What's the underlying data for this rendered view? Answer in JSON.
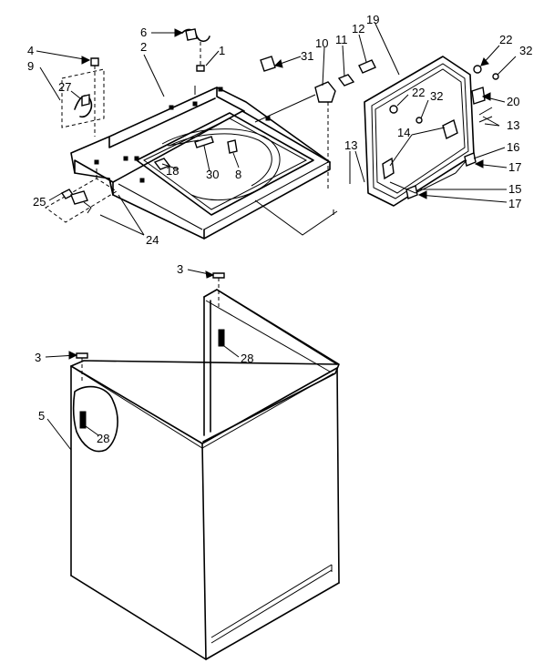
{
  "diagram": {
    "labels": [
      {
        "id": "l1",
        "text": "1"
      },
      {
        "id": "l2",
        "text": "2"
      },
      {
        "id": "l3a",
        "text": "3"
      },
      {
        "id": "l3b",
        "text": "3"
      },
      {
        "id": "l4",
        "text": "4"
      },
      {
        "id": "l5",
        "text": "5"
      },
      {
        "id": "l6",
        "text": "6"
      },
      {
        "id": "l8",
        "text": "8"
      },
      {
        "id": "l9",
        "text": "9"
      },
      {
        "id": "l10",
        "text": "10"
      },
      {
        "id": "l11",
        "text": "11"
      },
      {
        "id": "l12",
        "text": "12"
      },
      {
        "id": "l13a",
        "text": "13"
      },
      {
        "id": "l13b",
        "text": "13"
      },
      {
        "id": "l14",
        "text": "14"
      },
      {
        "id": "l15",
        "text": "15"
      },
      {
        "id": "l16",
        "text": "16"
      },
      {
        "id": "l17a",
        "text": "17"
      },
      {
        "id": "l17b",
        "text": "17"
      },
      {
        "id": "l18",
        "text": "18"
      },
      {
        "id": "l19",
        "text": "19"
      },
      {
        "id": "l20",
        "text": "20"
      },
      {
        "id": "l22a",
        "text": "22"
      },
      {
        "id": "l22b",
        "text": "22"
      },
      {
        "id": "l24",
        "text": "24"
      },
      {
        "id": "l25",
        "text": "25"
      },
      {
        "id": "l27",
        "text": "27"
      },
      {
        "id": "l28a",
        "text": "28"
      },
      {
        "id": "l28b",
        "text": "28"
      },
      {
        "id": "l30",
        "text": "30"
      },
      {
        "id": "l31",
        "text": "31"
      },
      {
        "id": "l32a",
        "text": "32"
      },
      {
        "id": "l32b",
        "text": "32"
      }
    ]
  }
}
